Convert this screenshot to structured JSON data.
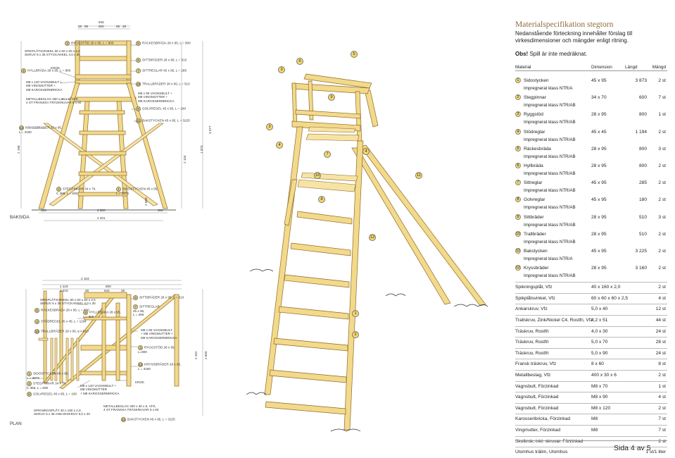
{
  "spec": {
    "title": "Materialspecifikation stegtorn",
    "intro": "Nedanstående förteckning innehåller förslag till virkesdimensioner och mängder enligt ritning.",
    "note_bold": "Obs!",
    "note": " Spill är inte medräknat.",
    "headers": {
      "material": "Material",
      "dimension": "Dimension",
      "length": "Längd",
      "qty": "Mängd"
    },
    "numbered": [
      {
        "n": "1",
        "name": "Sidostycken",
        "sub": "Impregnerat klass NTR/A",
        "dim": "45 x 95",
        "len": "3 873",
        "qty": "2 st"
      },
      {
        "n": "2",
        "name": "Stegpinnar",
        "sub": "Impregnerat klass NTR/AB",
        "dim": "34 x 70",
        "len": "600",
        "qty": "7 st"
      },
      {
        "n": "3",
        "name": "Ryggstöd",
        "sub": "Impregnerat klass NTR/AB",
        "dim": "28 x 95",
        "len": "800",
        "qty": "1 st"
      },
      {
        "n": "4",
        "name": "Stödreglar",
        "sub": "Impregnerat klass NTR/AB",
        "dim": "45 x 45",
        "len": "1 194",
        "qty": "2 st"
      },
      {
        "n": "5",
        "name": "Räckesbräda",
        "sub": "Impregnerat klass NTR/AB",
        "dim": "28 x 95",
        "len": "800",
        "qty": "3 st"
      },
      {
        "n": "6",
        "name": "Hyllbräda",
        "sub": "Impregnerat klass NTR/AB",
        "dim": "28 x 95",
        "len": "800",
        "qty": "2 st"
      },
      {
        "n": "7",
        "name": "Sittreglar",
        "sub": "Impregnerat klass NTR/AB",
        "dim": "45 x 95",
        "len": "285",
        "qty": "2 st"
      },
      {
        "n": "8",
        "name": "Golvreglar",
        "sub": "Impregnerat klass NTR/AB",
        "dim": "45 x 95",
        "len": "180",
        "qty": "2 st"
      },
      {
        "n": "9",
        "name": "Sittbräder",
        "sub": "Impregnerat klass NTR/AB",
        "dim": "28 x 95",
        "len": "510",
        "qty": "3 st"
      },
      {
        "n": "10",
        "name": "Trallbräder",
        "sub": "Impregnerat klass NTR/AB",
        "dim": "28 x 95",
        "len": "510",
        "qty": "2 st"
      },
      {
        "n": "11",
        "name": "Bakstycken",
        "sub": "Impregnerat klass NTR/A",
        "dim": "45 x 95",
        "len": "3 225",
        "qty": "2 st"
      },
      {
        "n": "12",
        "name": "Kryssbräder",
        "sub": "Impregnerat klass NTR/AB",
        "dim": "28 x 95",
        "len": "3 160",
        "qty": "2 st"
      }
    ],
    "hardware": [
      {
        "name": "Spikningsplåt, Vfz",
        "dim": "40 x 160 x 2,0",
        "qty": "2 st"
      },
      {
        "name": "Spikplåtsvinkel, Vfz",
        "dim": "60 x 60 x 60 x 2,5",
        "qty": "4 st"
      },
      {
        "name": "Ankarskruv, Vfz",
        "dim": "5,0 x 40",
        "qty": "12 st"
      },
      {
        "name": "Trallskruv, Zink/Nickel C4, Rostfri, Vfz",
        "dim": "4,2 x 51",
        "qty": "44 st"
      },
      {
        "name": "Träskruv, Rostfri",
        "dim": "4,0 x 30",
        "qty": "24 st"
      },
      {
        "name": "Träskruv, Rostfri",
        "dim": "5,0 x 70",
        "qty": "28 st"
      },
      {
        "name": "Träskruv, Rostfri",
        "dim": "5,0 x 90",
        "qty": "24 st"
      },
      {
        "name": "Fransk träskruv, Vfz",
        "dim": "8 x 60",
        "qty": "8 st"
      },
      {
        "name": "Metallbeslag, Vfz",
        "dim": "400 x 30 x 6",
        "qty": "2 st"
      },
      {
        "name": "Vagnsbult, Förzinkad",
        "dim": "M8 x 70",
        "qty": "1 st"
      },
      {
        "name": "Vagnsbult, Förzinkad",
        "dim": "M8 x 90",
        "qty": "4 st"
      },
      {
        "name": "Vagnsbult, Förzinkad",
        "dim": "M8 x 120",
        "qty": "2 st"
      },
      {
        "name": "Karosseribricka, Förzinkad",
        "dim": "M8",
        "qty": "7 st"
      },
      {
        "name": "Vingmutter, Förzinkad",
        "dim": "M8",
        "qty": "7 st"
      },
      {
        "name": "Skolkrok, inkl. skruvar. Förzinkad",
        "dim": "",
        "qty": "2 st"
      },
      {
        "name": "Utomhus trälim, Utomhus",
        "dim": "",
        "qty": "1 st/1 liter"
      }
    ],
    "footer": "Sida 4 av 5"
  },
  "drawing": {
    "baksida_caption": "BAKSIDA",
    "plan_caption": "PLAN",
    "top_dims": [
      "846",
      "600",
      "28",
      "95",
      "95",
      "28"
    ],
    "baksida_labels": [
      {
        "n": "3",
        "text": "RYGGSTÖD 28 x 95, L = 800"
      },
      {
        "n": "5",
        "text": "RÄCKESBRÄDA 28 x 95, L = 800"
      },
      {
        "n": "",
        "text": "SPIKPLÅTSVINKEL 60 x 60 x 60 x 2,5\nSKRUV 5 x 35 STYCKANKEL 4,0 x 30"
      },
      {
        "n": "",
        "text": "KROK"
      },
      {
        "n": "6",
        "text": "HYLLBRÄDA 28 x 95, L = 800"
      },
      {
        "n": "9",
        "text": "SITTBRÄDER 28 x 95, L = 510"
      },
      {
        "n": "7",
        "text": "SITTREGLAR 45 x 95, L = 285"
      },
      {
        "n": "",
        "text": "M8 x 120 VAGNSBULT +\nM8 VINGMUTTER +\nM8 KAROSSERIBRICKA"
      },
      {
        "n": "10",
        "text": "TRALLBRÄDER 28 x 95, L = 510"
      },
      {
        "n": "",
        "text": "M8 x 90 VAGNSBULT +\nM8 VINGMUTTER +\nM8 KAROSSERIBRICKA"
      },
      {
        "n": "",
        "text": "METALLBESLAG 400 x 30 x 6, VFZ,\n4 ST FRANSKA TRÄSKRUVAR 8 x 60"
      },
      {
        "n": "8",
        "text": "GOLVREGEL 45 x 95, L = 180"
      },
      {
        "n": "11",
        "text": "BAKSTYCKEN 45 x 95, L = 3225"
      },
      {
        "n": "12",
        "text": "KRYSSBRÄDER 28 x 95,\nL = 3160"
      },
      {
        "n": "2",
        "text": "STEGPINNAR 34 x 70,\nC 365, L = 600"
      },
      {
        "n": "1",
        "text": "SIDOSTYCKEN 45 x 95,\nL = 3873"
      }
    ],
    "baksida_dims": [
      "2 500",
      "2 201",
      "300",
      "300",
      "3 077",
      "2 104",
      "1 973",
      "2 198",
      "2 669"
    ],
    "plan_labels": [
      {
        "n": "",
        "text": "SPIKPLÅTSVINKEL 60 x 60 x 60 x 2,5\nSKRUV 5 x 35 STYCKANKEL 4,0 x 30"
      },
      {
        "n": "5",
        "text": "RÄCKESBRÄDA 28 x 95, L = 800"
      },
      {
        "n": "4",
        "text": "STÖDREGEL 45 x 45, L = 1194"
      },
      {
        "n": "10",
        "text": "TRALLBRÄDER 28 x 95, L = 510"
      },
      {
        "n": "9",
        "text": "SITTBRÄDER 28 x 95, L = 510"
      },
      {
        "n": "7",
        "text": "SITTREGLAR\n45 x 95,\nL = 285"
      },
      {
        "n": "6",
        "text": "HYLLBRÄDA 28 x 95,\nL = 800"
      },
      {
        "n": "",
        "text": "M8 x 90 VAGNSBULT\n+ M8 VINGMUTTER +\nM8 KAROSSERIBRICKA"
      },
      {
        "n": "3",
        "text": "RYGGSTÖD 28 x 95,\nL=800"
      },
      {
        "n": "12",
        "text": "KRYSSBRÄDER 28 x 95,\nL = 3160"
      },
      {
        "n": "1",
        "text": "SIDOSTYCKEN 45 x 95,\nL = 3873"
      },
      {
        "n": "2",
        "text": "STEGPINNAR 34 x 70,\nC 365, L = 600"
      },
      {
        "n": "8",
        "text": "GOLVREGEL 45 x 95, L = 180"
      },
      {
        "n": "",
        "text": "M8 x 120 VAGNSBULT +\nM8 VINGMUTTER\n+ M8 KAROSSERIBRICKA"
      },
      {
        "n": "",
        "text": "KROK"
      },
      {
        "n": "",
        "text": "SPIKNINGSPLÅT 40 x 160 x 2,0,\nSKRUV 5 x 35 ANKARSKRUV 5,0 x 40"
      },
      {
        "n": "",
        "text": "METALLBESLAG 400 x 30 x 6, VFZ,\n4 ST FRANSKA TRÄSKRUVAR 8 x 60"
      },
      {
        "n": "11",
        "text": "BAKSTYCKEN 45 x 95, L = 3225"
      }
    ],
    "plan_dims": [
      "2 103",
      "1 219",
      "1 219",
      "800",
      "644",
      "28",
      "28",
      "2 600",
      "2 202"
    ],
    "bubbles": [
      "3",
      "6",
      "5",
      "9",
      "4",
      "3",
      "4",
      "7",
      "10",
      "8",
      "11",
      "12",
      "1",
      "2"
    ]
  }
}
